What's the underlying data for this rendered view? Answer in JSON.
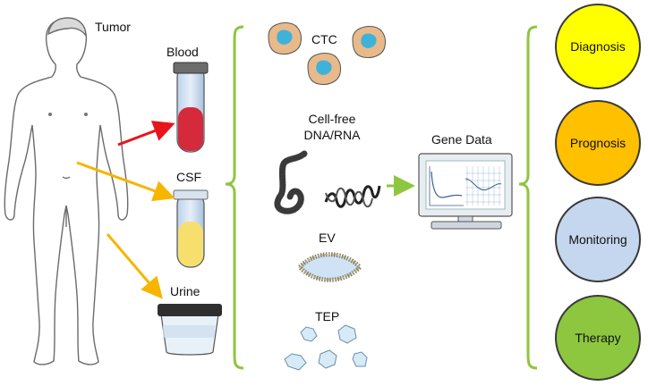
{
  "labels": {
    "tumor": "Tumor",
    "blood": "Blood",
    "csf": "CSF",
    "urine": "Urine",
    "ctc": "CTC",
    "cfdna_line1": "Cell-free",
    "cfdna_line2": "DNA/RNA",
    "ev": "EV",
    "tep": "TEP",
    "gene_data": "Gene Data"
  },
  "outcomes": [
    {
      "label": "Diagnosis",
      "color": "#ffff00"
    },
    {
      "label": "Prognosis",
      "color": "#ffc000"
    },
    {
      "label": "Monitoring",
      "color": "#c5d7ee"
    },
    {
      "label": "Therapy",
      "color": "#8dc63f"
    }
  ],
  "colors": {
    "blood_arrow": "#e8141c",
    "fluid_arrow": "#f7b500",
    "bracket": "#8dc63f",
    "gene_arrow": "#8dc63f",
    "blood": "#d42a3c",
    "csf": "#f7df6e",
    "cell_body": "#e8b98a",
    "cell_nucleus": "#3fb2d9"
  }
}
